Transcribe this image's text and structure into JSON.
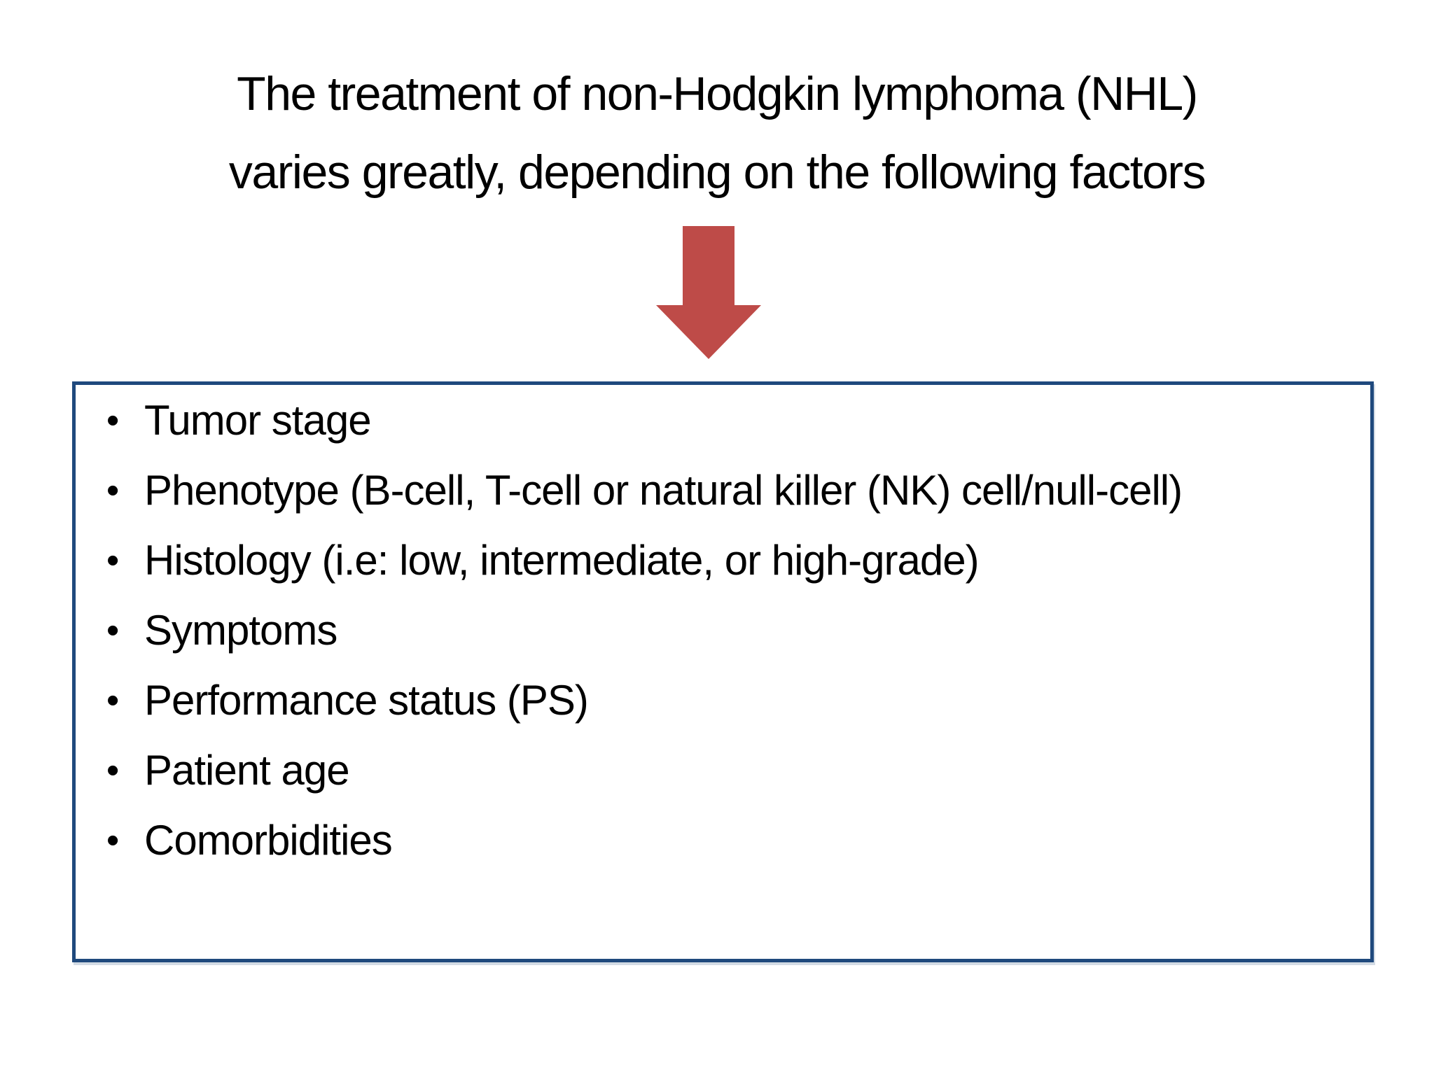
{
  "title": {
    "line1": "The treatment of non-Hodgkin lymphoma (NHL)",
    "line2": "varies greatly, depending on the following factors"
  },
  "arrow": {
    "label": "down-arrow",
    "color": "#BE4B48"
  },
  "factors_box": {
    "border_color": "#1F497D",
    "bullet_glyph": "•",
    "items": [
      "Tumor stage",
      "Phenotype (B-cell, T-cell or natural killer (NK) cell/null-cell)",
      "Histology (i.e: low, intermediate, or high-grade)",
      "Symptoms",
      "Performance status (PS)",
      "Patient age",
      "Comorbidities"
    ]
  },
  "colors": {
    "background": "#FFFFFF",
    "text": "#000000",
    "arrow_fill": "#BE4B48",
    "box_border": "#1F497D"
  }
}
